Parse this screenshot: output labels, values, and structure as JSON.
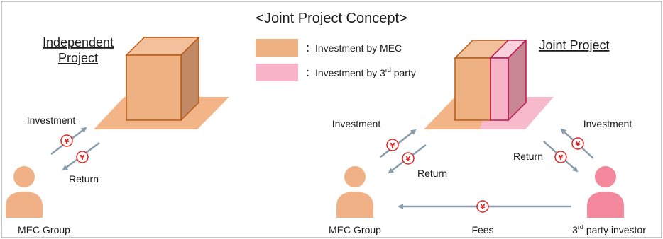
{
  "title": "<Joint Project Concept>",
  "left_panel": {
    "heading_line1": "Independent",
    "heading_line2": "Project",
    "arrow_investment": "Investment",
    "arrow_return": "Return",
    "person_label": "MEC Group"
  },
  "legend": {
    "mec_label": "：Investment by MEC",
    "third_prefix": "：Investment by 3",
    "third_sup": "rd",
    "third_suffix": " party"
  },
  "right_panel": {
    "heading": "Joint Project",
    "left_investment": "Investment",
    "left_return": "Return",
    "right_investment": "Investment",
    "right_return": "Return",
    "fees": "Fees",
    "mec_label": "MEC Group",
    "investor_prefix": "3",
    "investor_sup": "rd",
    "investor_suffix": " party investor"
  },
  "yen_symbol": "¥",
  "colors": {
    "mec_fill": "#eeb182",
    "mec_edge": "#b85a15",
    "third_fill": "#f9b3c8",
    "third_edge": "#c0134d",
    "platform_left": "#f3b587",
    "platform_right": "#f7bacd",
    "arrow": "#8a9daa",
    "coin_stroke": "#e02424",
    "person_mec": "#efb185",
    "person_third": "#f3889d",
    "frame": "#8c8c8c"
  }
}
